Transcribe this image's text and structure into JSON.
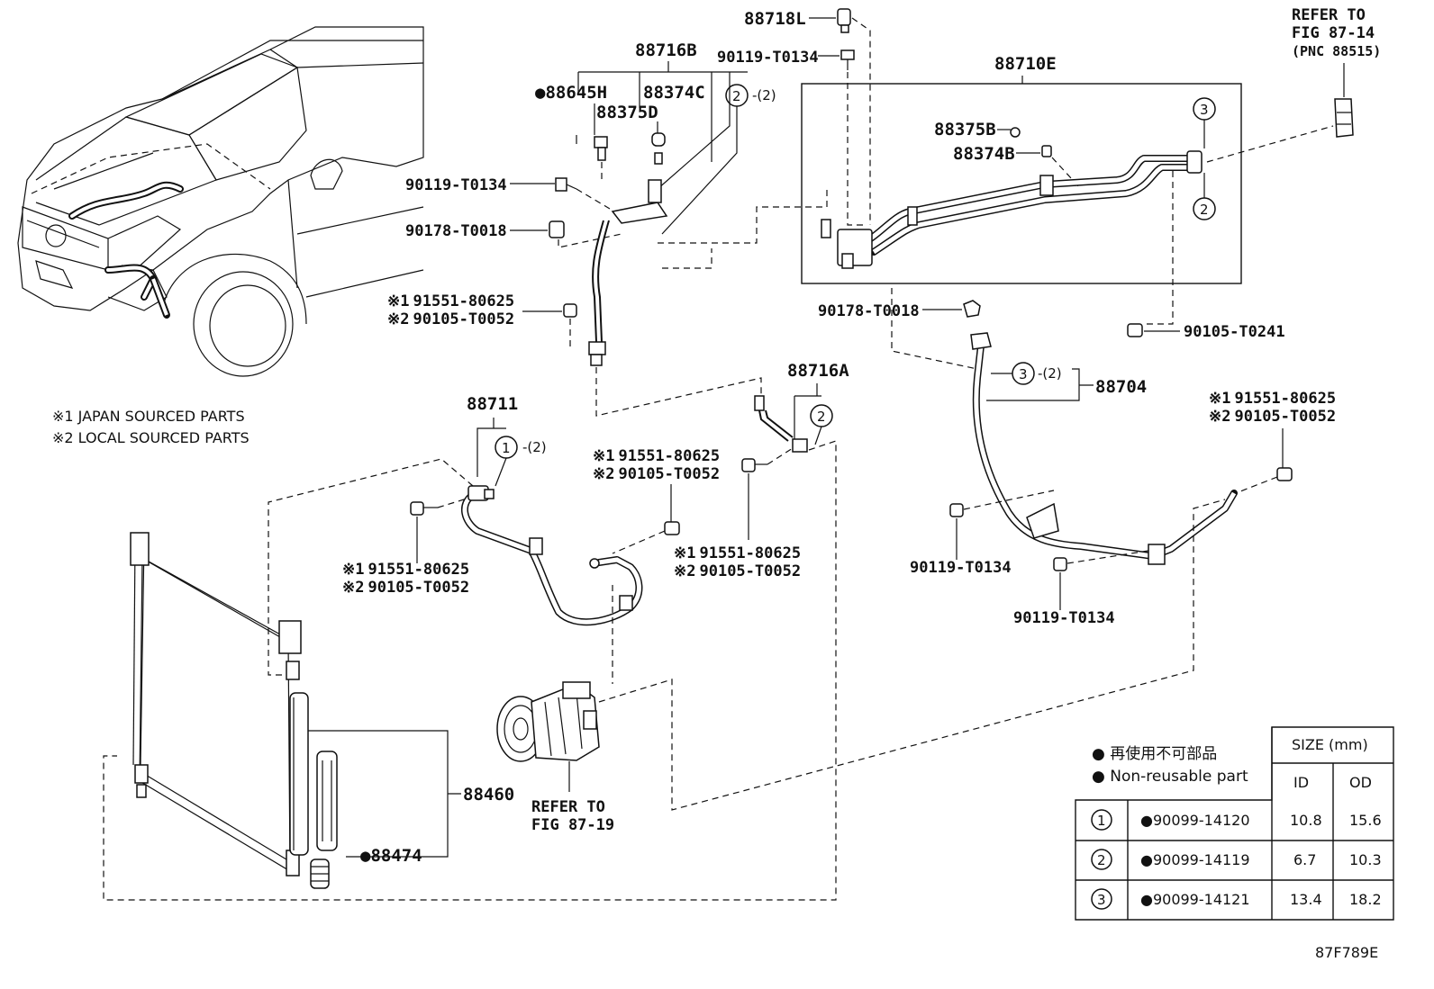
{
  "parts": {
    "p88718L": "88718L",
    "p90119_T0134_top": "90119-T0134",
    "p88716B": "88716B",
    "p88645H": "88645H",
    "p88374C": "88374C",
    "p88375D": "88375D",
    "p90119_T0134_left": "90119-T0134",
    "p90178_T0018_left": "90178-T0018",
    "p88710E": "88710E",
    "p88375B": "88375B",
    "p88374B": "88374B",
    "p90178_T0018_mid": "90178-T0018",
    "p90105_T0241": "90105-T0241",
    "p88704": "88704",
    "p88716A": "88716A",
    "p88711": "88711",
    "p88460": "88460",
    "p88474": "88474",
    "p90119_T0134_b1": "90119-T0134",
    "p90119_T0134_b2": "90119-T0134",
    "sub_91551": "91551-80625",
    "sub_90105": "90105-T0052",
    "mark1": "※1",
    "mark2": "※2",
    "qty2": "-(2)",
    "dot": "●"
  },
  "refer": {
    "top_line1": "REFER TO",
    "top_line2": "FIG 87-14",
    "top_line3": "(PNC 88515)",
    "comp_line1": "REFER TO",
    "comp_line2": "FIG 87-19"
  },
  "notes": {
    "japan": "※1 JAPAN SOURCED PARTS",
    "local": "※2 LOCAL SOURCED PARTS"
  },
  "legend": {
    "jp": "● 再使用不可部品",
    "en": "● Non-reusable part"
  },
  "oring_table": {
    "header": "SIZE (mm)",
    "col_id": "ID",
    "col_od": "OD",
    "rows": [
      {
        "ref": "1",
        "part": "●90099-14120",
        "id": "10.8",
        "od": "15.6"
      },
      {
        "ref": "2",
        "part": "●90099-14119",
        "id": "6.7",
        "od": "10.3"
      },
      {
        "ref": "3",
        "part": "●90099-14121",
        "id": "13.4",
        "od": "18.2"
      }
    ]
  },
  "callouts": {
    "c1": "1",
    "c2": "2",
    "c3": "3"
  },
  "figure_code": "87F789E"
}
